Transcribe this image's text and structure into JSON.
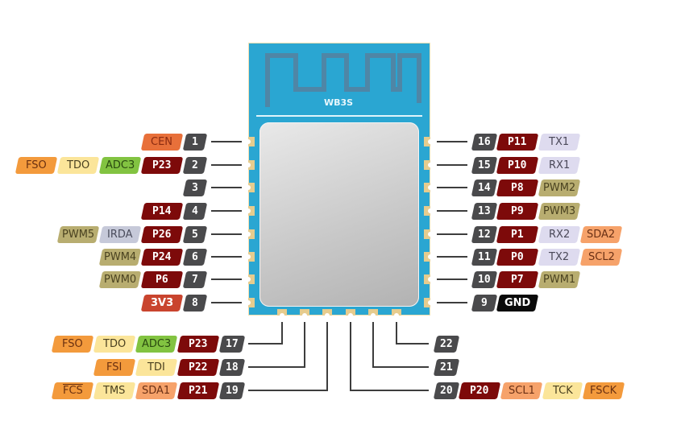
{
  "module": {
    "name": "WB3S",
    "board_color": "#2aa6d2",
    "shield_color": "#c7c7c7"
  },
  "legend_colors": {
    "pin_number": "#4a4a4c",
    "gpio": "#7d0a0a",
    "power": "#c9442e",
    "ground": "#0a0a0a",
    "enable": "#e8703a",
    "adc": "#82c341",
    "jtag": "#fbe59a",
    "flash": "#f39a3c",
    "pwm": "#b8ad70",
    "uart": "#dedbef",
    "i2c": "#f6a26a",
    "irda": "#c6c9d9"
  },
  "left_pins": [
    {
      "pin": "1",
      "labels": [
        "CEN"
      ]
    },
    {
      "pin": "2",
      "labels": [
        "P23",
        "ADC3",
        "TDO",
        "FSO"
      ]
    },
    {
      "pin": "3",
      "labels": []
    },
    {
      "pin": "4",
      "labels": [
        "P14"
      ]
    },
    {
      "pin": "5",
      "labels": [
        "P26",
        "IRDA",
        "PWM5"
      ]
    },
    {
      "pin": "6",
      "labels": [
        "P24",
        "PWM4"
      ]
    },
    {
      "pin": "7",
      "labels": [
        "P6",
        "PWM0"
      ]
    },
    {
      "pin": "8",
      "labels": [
        "3V3"
      ]
    }
  ],
  "right_pins": [
    {
      "pin": "16",
      "labels": [
        "P11",
        "TX1"
      ]
    },
    {
      "pin": "15",
      "labels": [
        "P10",
        "RX1"
      ]
    },
    {
      "pin": "14",
      "labels": [
        "P8",
        "PWM2"
      ]
    },
    {
      "pin": "13",
      "labels": [
        "P9",
        "PWM3"
      ]
    },
    {
      "pin": "12",
      "labels": [
        "P1",
        "RX2",
        "SDA2"
      ]
    },
    {
      "pin": "11",
      "labels": [
        "P0",
        "TX2",
        "SCL2"
      ]
    },
    {
      "pin": "10",
      "labels": [
        "P7",
        "PWM1"
      ]
    },
    {
      "pin": "9",
      "labels": [
        "GND"
      ]
    }
  ],
  "bottom_left_pins": [
    {
      "pin": "17",
      "labels": [
        "P23",
        "ADC3",
        "TDO",
        "FSO"
      ]
    },
    {
      "pin": "18",
      "labels": [
        "P22",
        "TDI",
        "FSI"
      ]
    },
    {
      "pin": "19",
      "labels": [
        "P21",
        "SDA1",
        "TMS",
        "FCS"
      ]
    }
  ],
  "bottom_right_pins": [
    {
      "pin": "22",
      "labels": []
    },
    {
      "pin": "21",
      "labels": []
    },
    {
      "pin": "20",
      "labels": [
        "P20",
        "SCL1",
        "TCK",
        "FSCK"
      ]
    }
  ]
}
